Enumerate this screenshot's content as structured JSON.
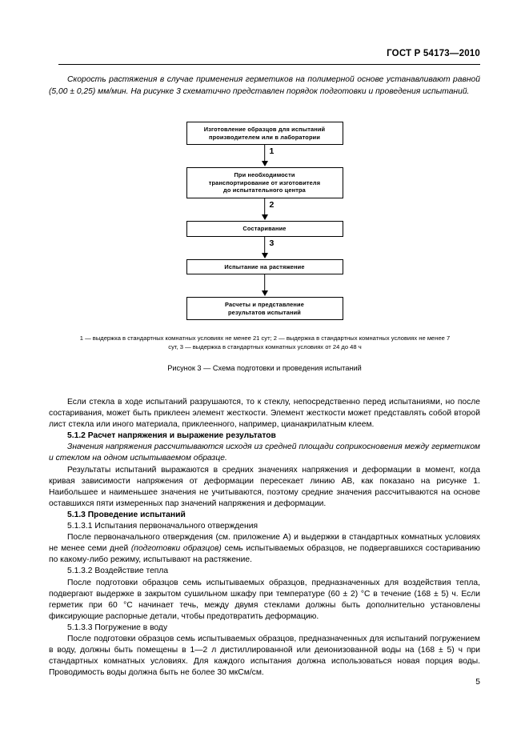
{
  "header": {
    "standard_title": "ГОСТ Р 54173—2010"
  },
  "intro": {
    "paragraph": "Скорость растяжения в случае применения герметиков на полимерной основе устанавливают равной (5,00 ± 0,25) мм/мин. На рисунке 3 схематично представлен порядок подготовки и проведения испытаний."
  },
  "figure": {
    "boxes": [
      {
        "lines": [
          "Изготовление образцов для испытаний",
          "производителем или в лаборатории"
        ]
      },
      {
        "lines": [
          "При необходимости",
          "транспортирование от изготовителя",
          "до испытательного центра"
        ]
      },
      {
        "lines": [
          "Состаривание"
        ]
      },
      {
        "lines": [
          "Испытание на растяжение"
        ]
      },
      {
        "lines": [
          "Расчеты и представление",
          "результатов испытаний"
        ]
      }
    ],
    "connectors": [
      {
        "label": "1"
      },
      {
        "label": "2"
      },
      {
        "label": "3"
      },
      {
        "label": ""
      }
    ],
    "notes": "1 — выдержка в стандартных комнатных условиях не менее 21 сут; 2 — выдержка в стандартных комнатных условиях не менее 7 сут, 3 — выдержка в стандартных комнатных условиях от 24 до 48 ч",
    "caption": "Рисунок 3 — Схема подготовки и проведения испытаний"
  },
  "body": {
    "p_glass": "Если стекла в ходе испытаний разрушаются, то к стеклу, непосредственно перед испытаниями, но после состаривания, может быть приклеен элемент жесткости. Элемент жесткости может представлять собой второй лист стекла или иного материала, приклеенного, например, цианакрилатным клеем.",
    "h_512": "5.1.2  Расчет напряжения и выражение результатов",
    "p_512_italic": "Значения напряжения рассчитываются исходя из средней площади соприкосновения между герметиком и стеклом на одном испытываемом образце.",
    "p_512_results": "Результаты испытаний выражаются в средних значениях напряжения и деформации в момент, когда кривая зависимости напряжения от деформации пересекает линию АВ, как показано на рисунке 1. Наибольшее и наименьшее значения не учитываются, поэтому средние значения рассчитываются на основе оставшихся пяти измеренных пар значений напряжения и деформации.",
    "h_513": "5.1.3  Проведение испытаний",
    "h_5131": "5.1.3.1  Испытания первоначального отверждения",
    "p_5131_a": "После первоначального отверждения (см. приложение А) и выдержки в стандартных комнатных условиях не менее семи дней ",
    "p_5131_italic": "(подготовки образцов)",
    "p_5131_b": " семь испытываемых образцов, не подвергавшихся состариванию по какому-либо режиму, испытывают на растяжение.",
    "h_5132": "5.1.3.2  Воздействие тепла",
    "p_5132": "После подготовки образцов семь испытываемых образцов, предназначенных для воздействия тепла, подвергают выдержке в закрытом сушильном шкафу при температуре (60 ± 2) °С в течение (168 ± 5) ч. Если герметик при 60 °С начинает течь, между двумя стеклами должны быть дополнительно установлены фиксирующие распорные детали, чтобы предотвратить деформацию.",
    "h_5133": "5.1.3.3  Погружение в воду",
    "p_5133": "После подготовки образцов семь испытываемых образцов, предназначенных для испытаний погружением в воду, должны быть помещены в 1—2 л дистиллированной или деионизованной воды на (168 ± 5) ч при стандартных комнатных условиях. Для каждого испытания должна использоваться новая порция воды. Проводимость воды должна быть не более 30 мкСм/см."
  },
  "footer": {
    "page_number": "5"
  }
}
